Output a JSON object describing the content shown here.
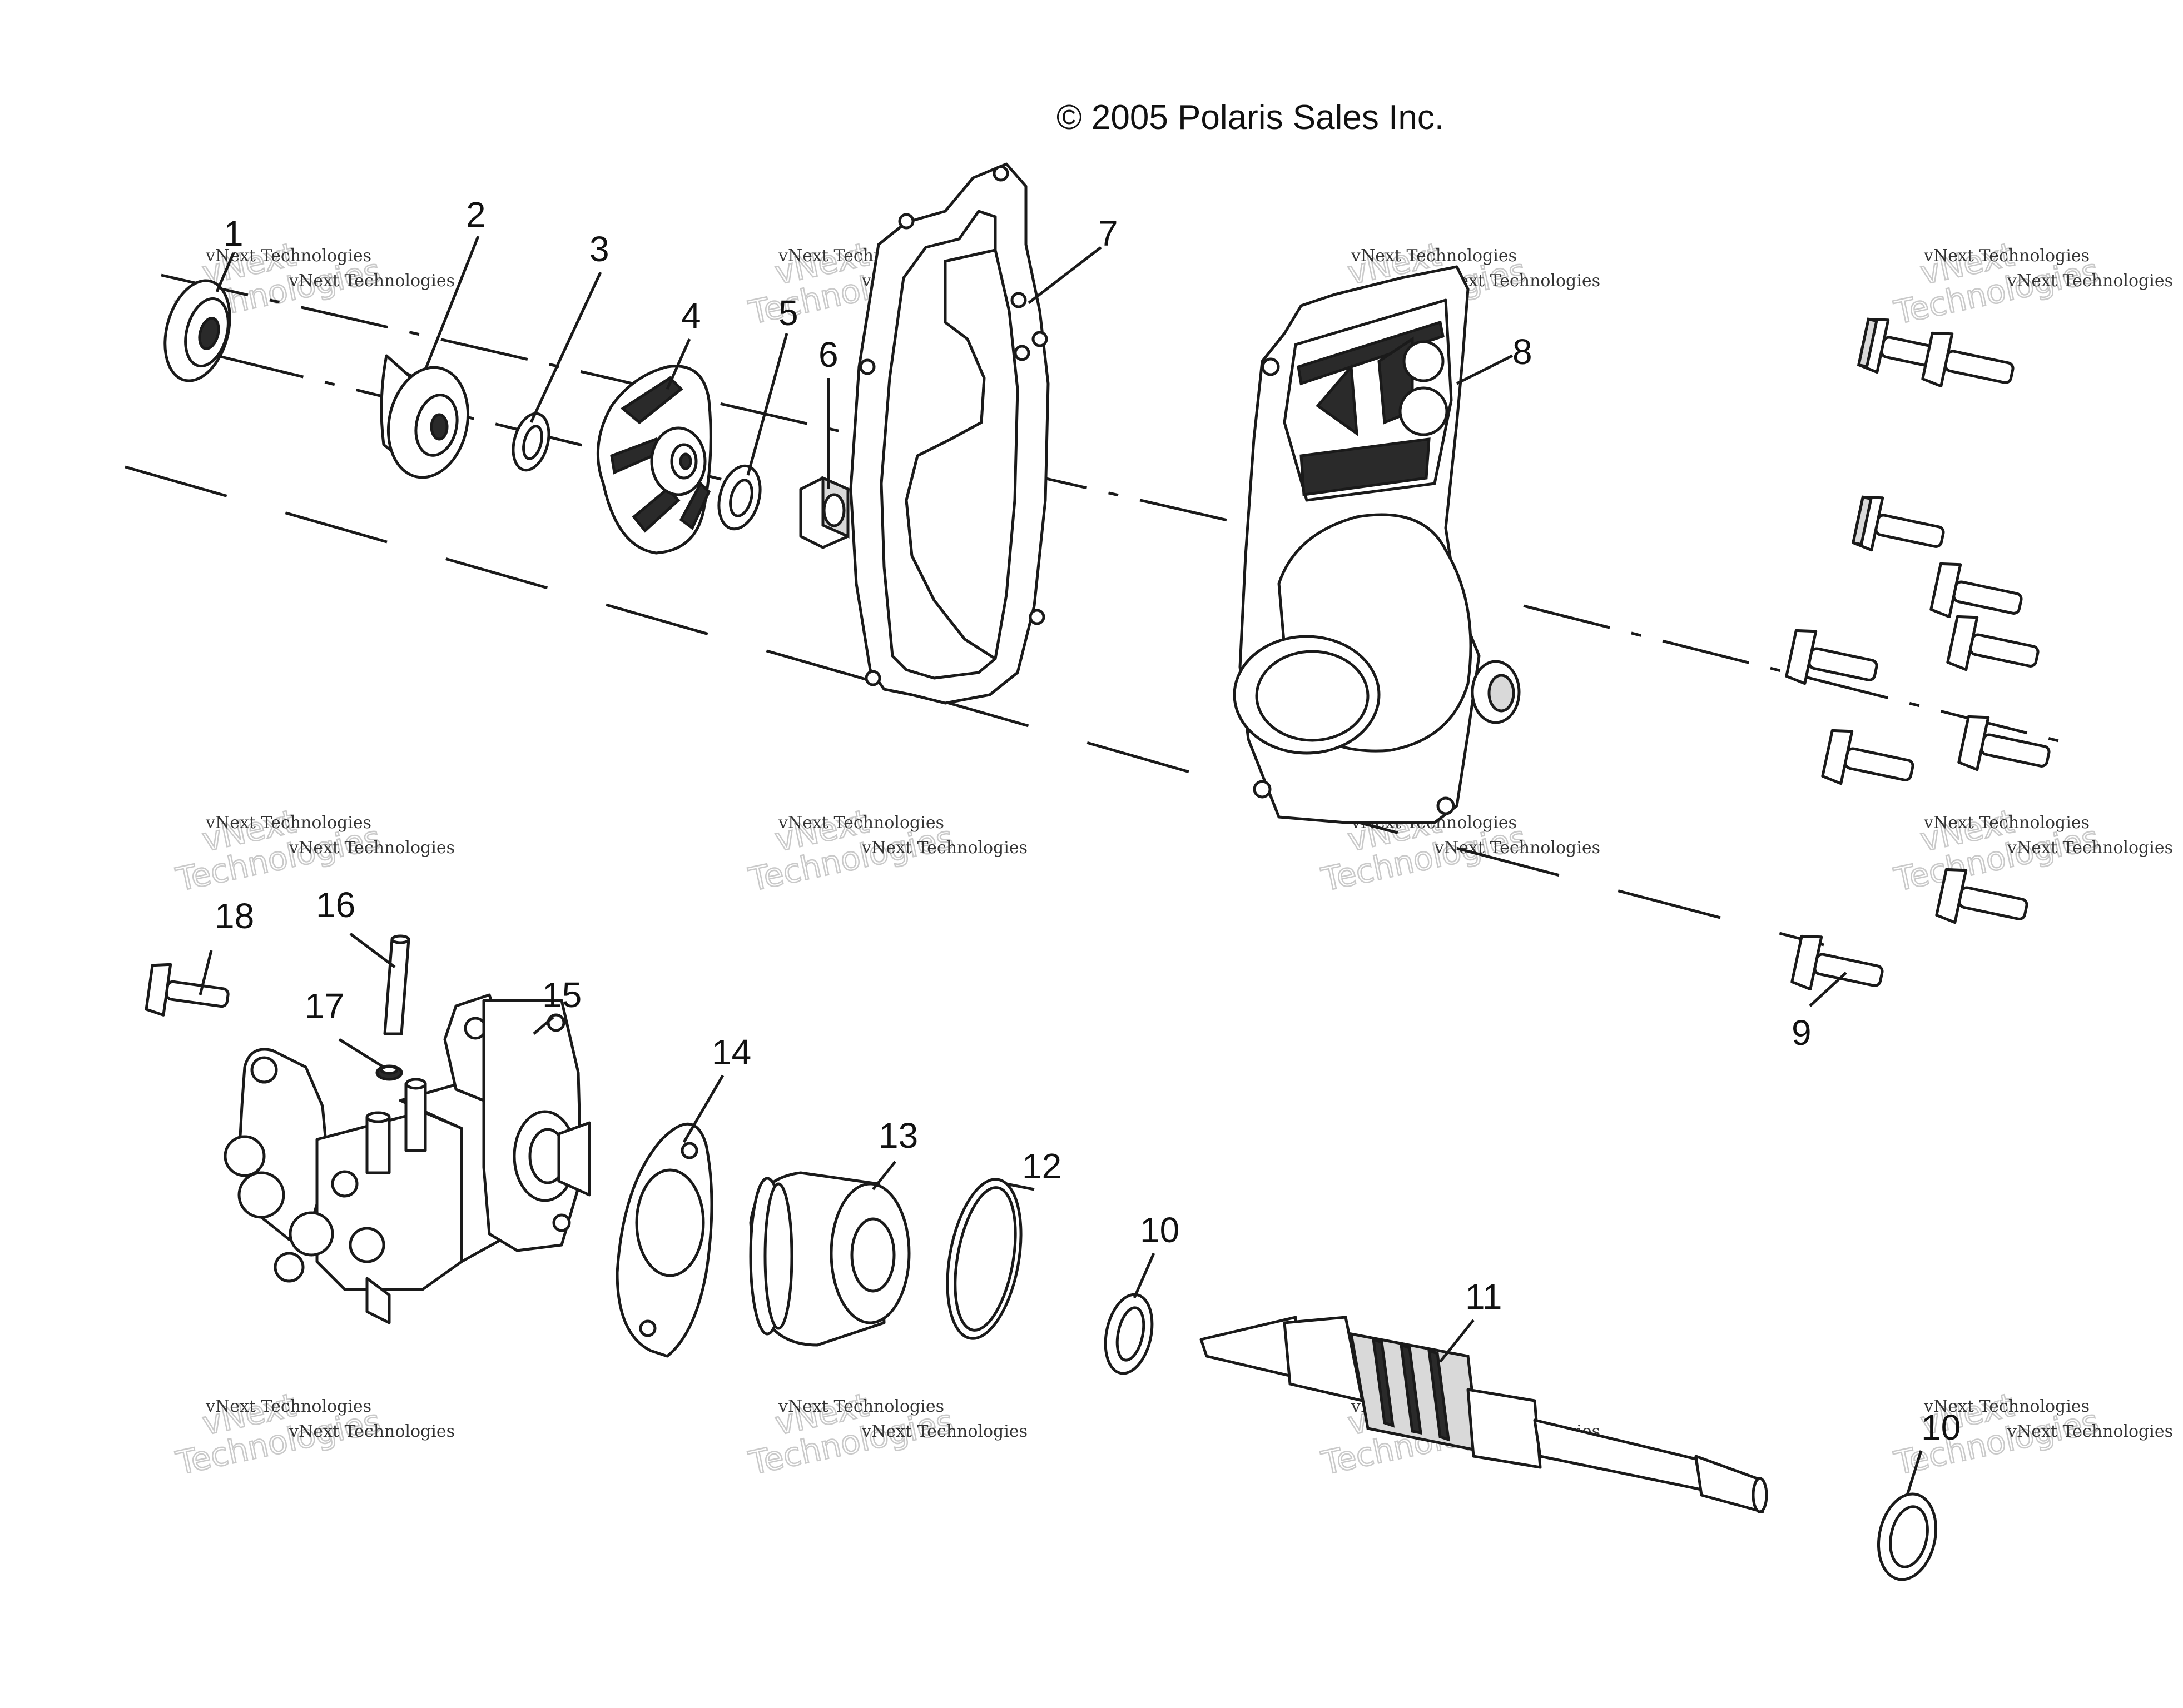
{
  "copyright": "© 2005 Polaris Sales Inc.",
  "watermark": {
    "line1": "vNext",
    "line2": "Technologies",
    "small": "vNext Technologies"
  },
  "callouts": {
    "c1": "1",
    "c2": "2",
    "c3": "3",
    "c4": "4",
    "c5": "5",
    "c6": "6",
    "c7": "7",
    "c8": "8",
    "c9": "9",
    "c10a": "10",
    "c10b": "10",
    "c11": "11",
    "c12": "12",
    "c13": "13",
    "c14": "14",
    "c15": "15",
    "c16": "16",
    "c17": "17",
    "c18": "18"
  }
}
